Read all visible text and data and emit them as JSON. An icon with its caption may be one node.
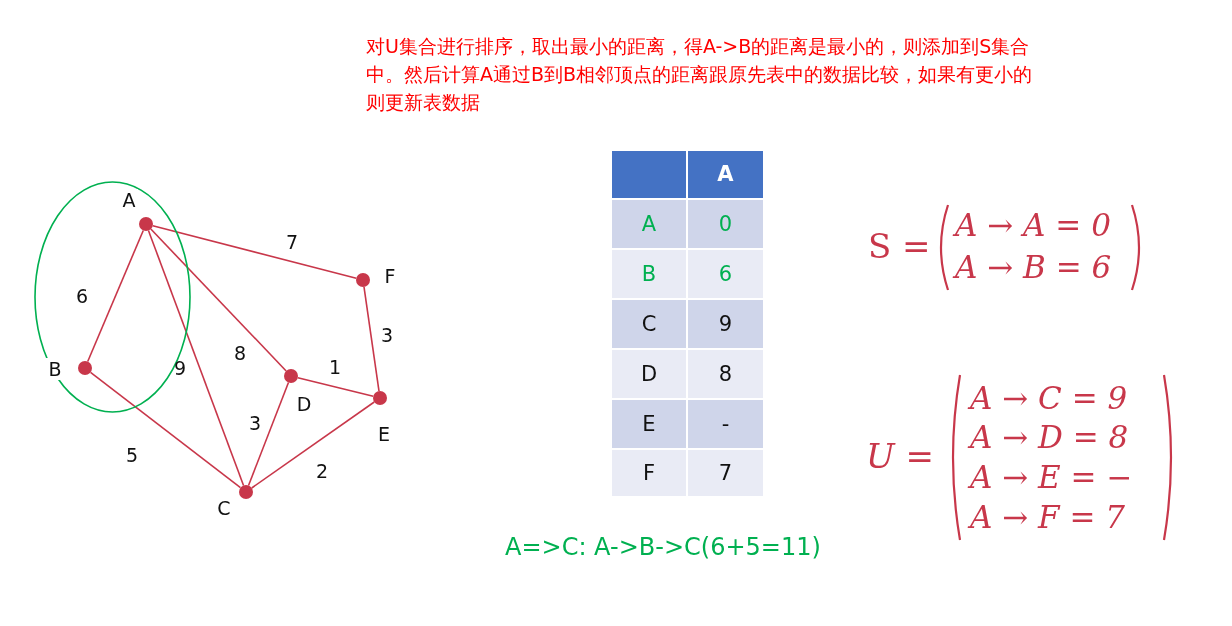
{
  "diagram": {
    "title": "对U集合进行排序，取出最小的距离，得A->B的距离是最小的，则添加到S集合中。然后计算A通过B到B相邻顶点的距离跟原先表中的数据比较，如果有更小的则更新表数据",
    "nodes": [
      {
        "text": [],
        "shape": "ellipse"
      },
      {
        "text": [
          "A"
        ],
        "in": 0
      },
      {
        "text": [
          "B"
        ],
        "in": 0
      },
      {
        "text": [
          "C"
        ]
      },
      {
        "text": [
          "D"
        ]
      },
      {
        "text": [
          "E"
        ]
      },
      {
        "text": [
          "F"
        ]
      }
    ],
    "edges": [
      {
        "from": 1,
        "to": 6,
        "arrow": "none",
        "label": "7"
      },
      {
        "from": 1,
        "to": 2,
        "arrow": "none",
        "label": "6"
      },
      {
        "from": 1,
        "to": 3,
        "arrow": "none",
        "label": "9"
      },
      {
        "from": 1,
        "to": 4,
        "arrow": "none",
        "label": "8"
      },
      {
        "from": 6,
        "to": 5,
        "arrow": "none",
        "label": "3"
      },
      {
        "from": 4,
        "to": 5,
        "arrow": "none",
        "label": "1"
      },
      {
        "from": 2,
        "to": 3,
        "arrow": "none",
        "label": "5"
      },
      {
        "from": 3,
        "to": 4,
        "arrow": "none",
        "label": "3"
      },
      {
        "from": 3,
        "to": 5,
        "arrow": "none",
        "label": "2"
      }
    ],
    "labels": [
      "A",
      "A",
      "0",
      "B",
      "6",
      "C",
      "9",
      "D",
      "8",
      "E",
      "-",
      "F",
      "7",
      "S =",
      "A → A = 0",
      "A → B = 6",
      "U =",
      "A → C = 9",
      "A → D = 8",
      "A → E = −",
      "A → F = 7",
      "A=>C: A->B->C(6+5=11)"
    ]
  }
}
